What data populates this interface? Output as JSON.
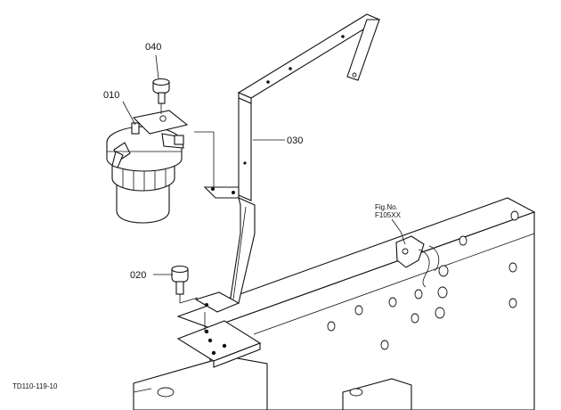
{
  "diagram": {
    "callouts": {
      "part_040": "040",
      "part_010": "010",
      "part_030": "030",
      "part_020": "020"
    },
    "figure_reference": {
      "caption": "Fig.No.",
      "number": "F105XX"
    },
    "drawing_id": "TD110-119-10"
  },
  "colors": {
    "line": "#111111",
    "background": "#ffffff"
  }
}
